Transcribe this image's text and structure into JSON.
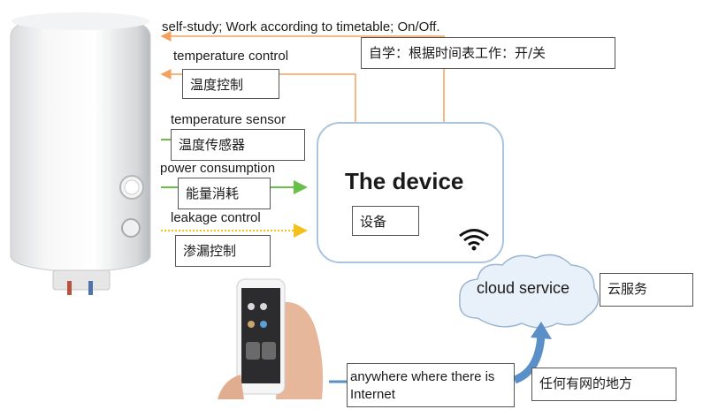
{
  "device": {
    "title": "The device",
    "subtitle_cn": "设备"
  },
  "signals": {
    "self_study_en": "self-study; Work according to  timetable; On/Off.",
    "self_study_cn": "自学：根据时间表工作：开/关",
    "temp_control_en": "temperature control",
    "temp_control_cn": "温度控制",
    "temp_sensor_en": "temperature sensor",
    "temp_sensor_cn": "温度传感器",
    "power_en": "power consumption",
    "power_cn": "能量消耗",
    "leakage_en": "leakage control",
    "leakage_cn": "渗漏控制"
  },
  "cloud": {
    "label_en": "cloud service",
    "label_cn": "云服务"
  },
  "internet": {
    "label_en": "anywhere where there is Internet",
    "label_cn": "任何有网的地方"
  },
  "colors": {
    "orange": "#f2a25f",
    "green": "#6abf4b",
    "yellow": "#f2c21b",
    "device_border": "#a9c4dc",
    "cloud_fill": "#e8f0f9",
    "arrow_blue": "#5b8fc7"
  }
}
